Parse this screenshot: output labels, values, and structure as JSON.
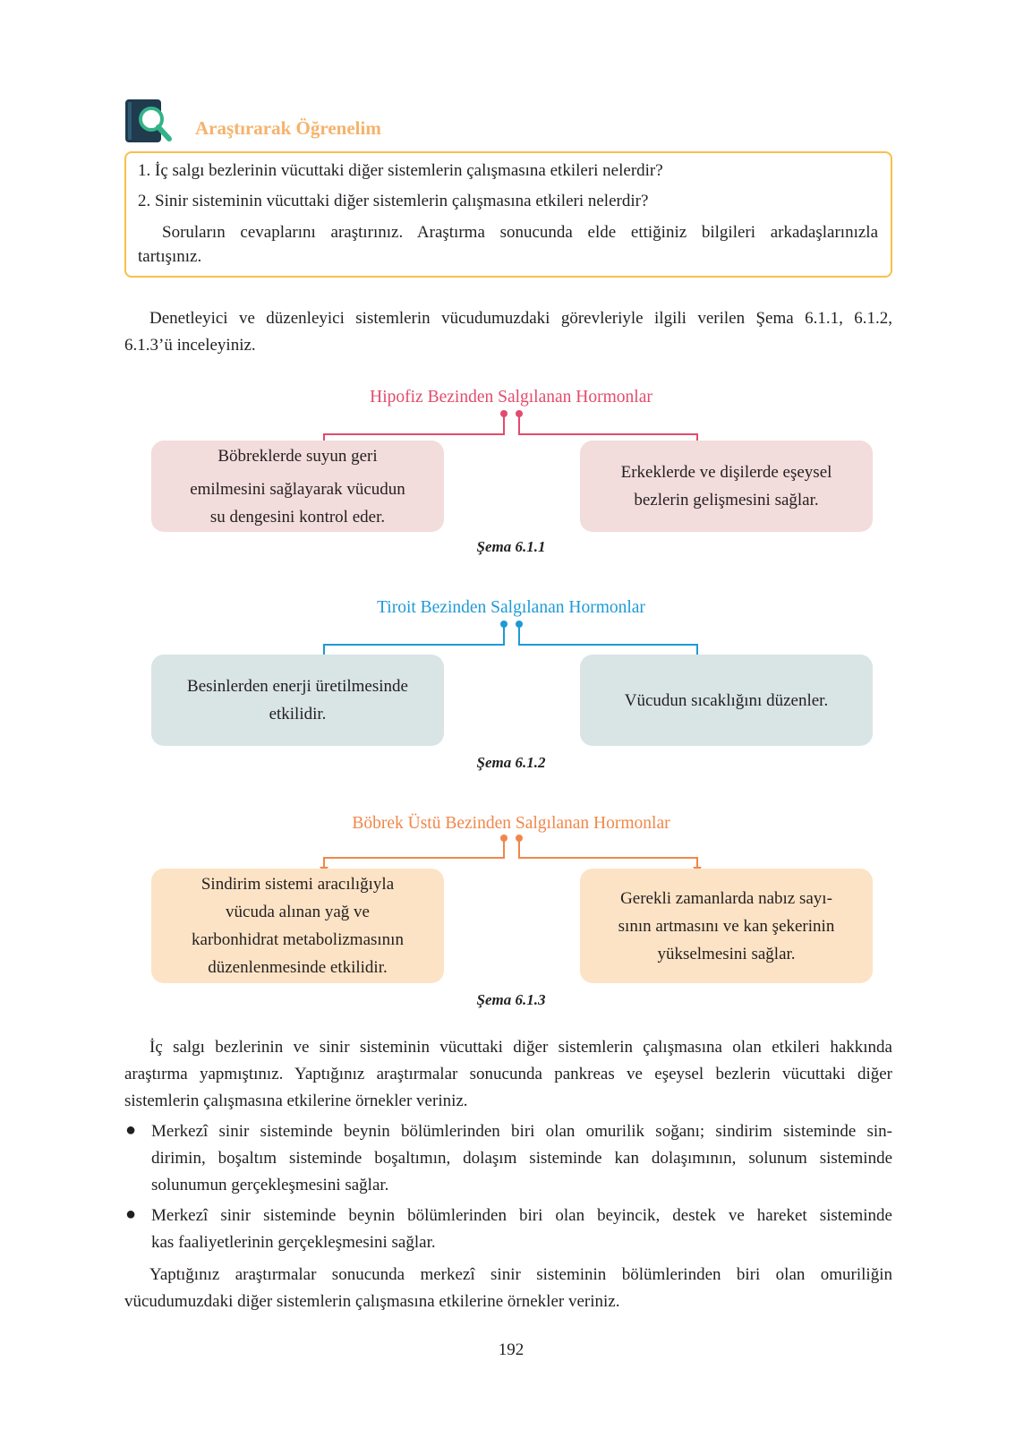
{
  "header": {
    "title": "Araştırarak Öğrenelim",
    "icon": "search-book-icon"
  },
  "questions": {
    "q1": "1.  İç salgı bezlerinin vücuttaki diğer sistemlerin çalışmasına etkileri nelerdir?",
    "q2": "2.  Sinir sisteminin vücuttaki diğer sistemlerin çalışmasına etkileri nelerdir?",
    "instruction_1": "Soruların cevaplarını araştırınız. Araştırma sonucunda elde ettiğiniz bilgileri arkadaşlarınızla",
    "instruction_2": "tartışınız."
  },
  "intro": {
    "line1": "Denetleyici ve düzenleyici sistemlerin vücudumuzdaki görevleriyle ilgili verilen Şema 6.1.1, 6.1.2,",
    "line2": "6.1.3’ü inceleyiniz."
  },
  "schemas": [
    {
      "title": "Hipofiz Bezinden Salgılanan Hormonlar",
      "color": "#e34b6b",
      "left_box": [
        "Böbreklerde suyun geri",
        "emilmesini sağlayarak vücudun",
        "su dengesini kontrol eder."
      ],
      "right_box": [
        "Erkeklerde ve dişilerde eşeysel",
        "bezlerin gelişmesini sağlar."
      ],
      "caption": "Şema 6.1.1"
    },
    {
      "title": "Tiroit Bezinden Salgılanan Hormonlar",
      "color": "#1d9ad6",
      "left_box": [
        "Besinlerden enerji üretilmesinde",
        "etkilidir."
      ],
      "right_box": [
        "Vücudun sıcaklığını düzenler."
      ],
      "caption": "Şema 6.1.2"
    },
    {
      "title": "Böbrek Üstü Bezinden Salgılanan Hormonlar",
      "color": "#f0874a",
      "left_box": [
        "Sindirim sistemi aracılığıyla",
        "vücuda alınan yağ ve",
        "karbonhidrat metabolizmasının",
        "düzenlenmesinde etkilidir."
      ],
      "right_box": [
        "Gerekli zamanlarda nabız sayı-",
        "sının artmasını ve kan şekerinin",
        "yükselmesini sağlar."
      ],
      "caption": "Şema 6.1.3"
    }
  ],
  "body": {
    "p1_l1": "İç salgı bezlerinin ve sinir sisteminin vücuttaki diğer sistemlerin çalışmasına olan etkileri hakkında",
    "p1_l2": "araştırma yapmıştınız. Yaptığınız araştırmalar sonucunda pankreas ve eşeysel bezlerin vücuttaki diğer",
    "p1_l3": "sistemlerin çalışmasına etkilerine örnekler veriniz.",
    "b1_l1": "Merkezî sinir sisteminde beynin bölümlerinden biri olan omurilik soğanı; sindirim sisteminde sin-",
    "b1_l2": "dirimin, boşaltım sisteminde boşaltımın, dolaşım sisteminde kan dolaşımının, solunum sisteminde",
    "b1_l3": "solunumun gerçekleşmesini sağlar.",
    "b2_l1": "Merkezî sinir sisteminde beynin bölümlerinden biri olan beyincik, destek ve hareket sisteminde",
    "b2_l2": "kas faaliyetlerinin gerçekleşmesini sağlar.",
    "p2_l1": "Yaptığınız araştırmalar sonucunda merkezî sinir sisteminin bölümlerinden biri olan omuriliğin",
    "p2_l2": "vücudumuzdaki diğer sistemlerin çalışmasına etkilerine örnekler veriniz."
  },
  "page_number": "192"
}
